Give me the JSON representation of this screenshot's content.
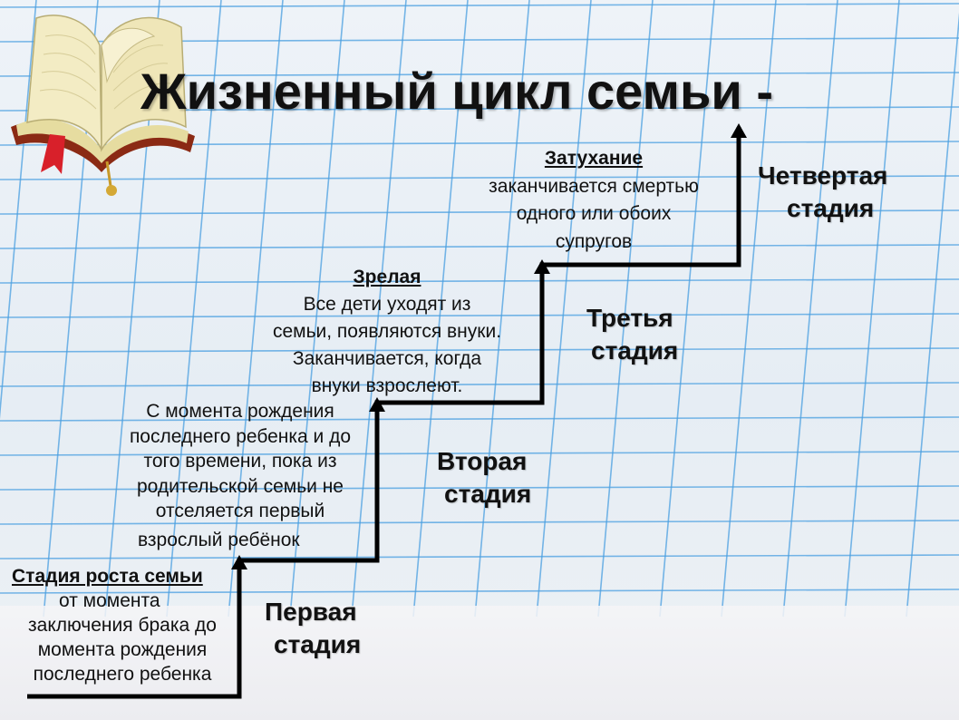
{
  "title": "Жизненный цикл семьи -",
  "stages": [
    {
      "label_lines": [
        "Первая",
        "стадия"
      ],
      "desc_title": "Стадия роста семьи",
      "desc_lines": [
        "от момента",
        "заключения брака до",
        "момента рождения",
        "последнего ребенка"
      ]
    },
    {
      "label_lines": [
        "Вторая",
        "стадия"
      ],
      "desc_title": "",
      "desc_lines": [
        "С момента рождения",
        "последнего ребенка и до",
        "того времени, пока из",
        "родительской семьи не",
        "отселяется первый",
        "взрослый ребёнок"
      ]
    },
    {
      "label_lines": [
        "Третья",
        "стадия"
      ],
      "desc_title": "Зрелая",
      "desc_lines": [
        "Все дети уходят из",
        "семьи, появляются внуки.",
        "Заканчивается, когда",
        "внуки взрослеют."
      ]
    },
    {
      "label_lines": [
        "Четвертая",
        "стадия"
      ],
      "desc_title": "Затухание",
      "desc_lines": [
        "заканчивается смертью",
        "одного или обоих",
        "супругов"
      ]
    }
  ],
  "icons": {
    "book": "open-book-icon",
    "arrow": "arrow-up-icon"
  },
  "colors": {
    "background": "#e9eff5",
    "grid": "#4a9fe0",
    "stairs": "#000000",
    "bookmark": "#d8202a"
  }
}
